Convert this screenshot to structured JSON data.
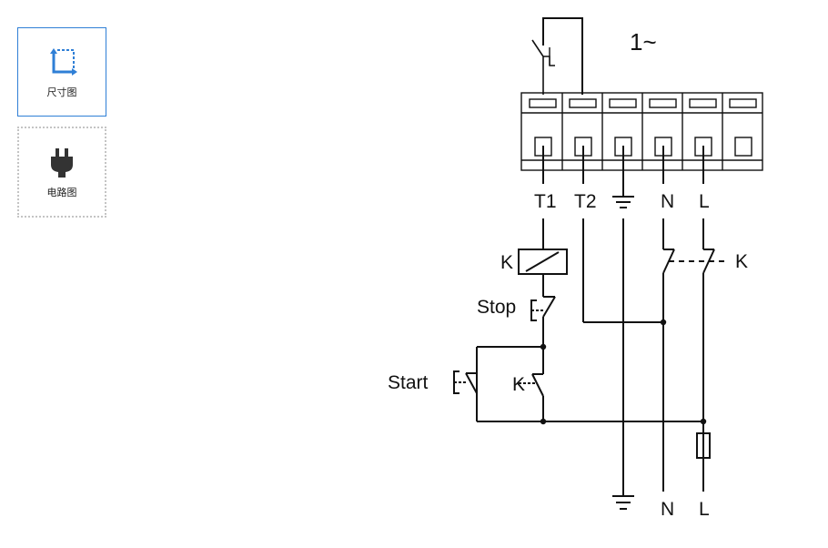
{
  "sidebar": {
    "buttons": [
      {
        "label": "尺寸图",
        "icon": "dimension-drawing-icon",
        "active": true
      },
      {
        "label": "电路图",
        "icon": "plug-icon",
        "active": false
      }
    ]
  },
  "diagram": {
    "phase_label": "1~",
    "terminals": [
      "T1",
      "T2",
      "N",
      "L"
    ],
    "coil_label": "K",
    "contactor_label": "K",
    "stop_label": "Stop",
    "start_label": "Start",
    "holding_contact_label": "K",
    "bottom_labels": {
      "neutral": "N",
      "line": "L"
    },
    "accent_color": "#2f7fd6",
    "line_color": "#111111"
  }
}
